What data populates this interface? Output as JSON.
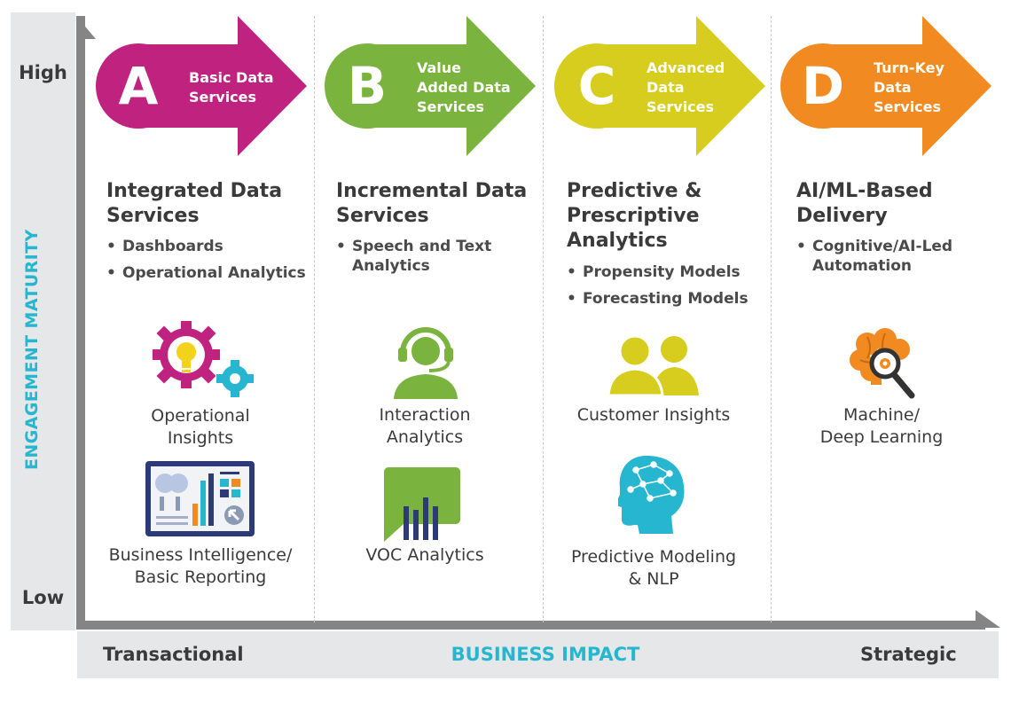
{
  "axes": {
    "y_high": "High",
    "y_low": "Low",
    "y_label": "ENGAGEMENT MATURITY",
    "x_left": "Transactional",
    "x_center": "BUSINESS IMPACT",
    "x_right": "Strategic"
  },
  "colors": {
    "magenta": "#c0227f",
    "green": "#7ab33e",
    "yellow": "#d6cd1e",
    "orange": "#f08a21",
    "cyan": "#27b6d0"
  },
  "columns": [
    {
      "letter": "A",
      "banner": "Basic Data\nServices",
      "title": "Integrated Data\nServices",
      "bullets": [
        "Dashboards",
        "Operational Analytics"
      ],
      "icons": [
        {
          "name": "gears-bulb-icon",
          "caption": "Operational\nInsights"
        },
        {
          "name": "bi-dashboard-icon",
          "caption": "Business Intelligence/\nBasic Reporting"
        }
      ]
    },
    {
      "letter": "B",
      "banner": "Value\nAdded Data\nServices",
      "title": "Incremental Data\nServices",
      "bullets": [
        "Speech and Text\nAnalytics"
      ],
      "icons": [
        {
          "name": "headset-agent-icon",
          "caption": "Interaction\nAnalytics"
        },
        {
          "name": "speech-bubble-bars-icon",
          "caption": "VOC Analytics"
        }
      ]
    },
    {
      "letter": "C",
      "banner": "Advanced\nData\nServices",
      "title": "Predictive &\nPrescriptive\nAnalytics",
      "bullets": [
        "Propensity Models",
        "Forecasting Models"
      ],
      "icons": [
        {
          "name": "users-icon",
          "caption": "Customer Insights"
        },
        {
          "name": "head-network-icon",
          "caption": "Predictive Modeling\n& NLP"
        }
      ]
    },
    {
      "letter": "D",
      "banner": "Turn-Key\nData\nServices",
      "title": "AI/ML-Based\nDelivery",
      "bullets": [
        "Cognitive/AI-Led\nAutomation"
      ],
      "icons": [
        {
          "name": "brain-magnifier-icon",
          "caption": "Machine/\nDeep Learning"
        }
      ]
    }
  ]
}
